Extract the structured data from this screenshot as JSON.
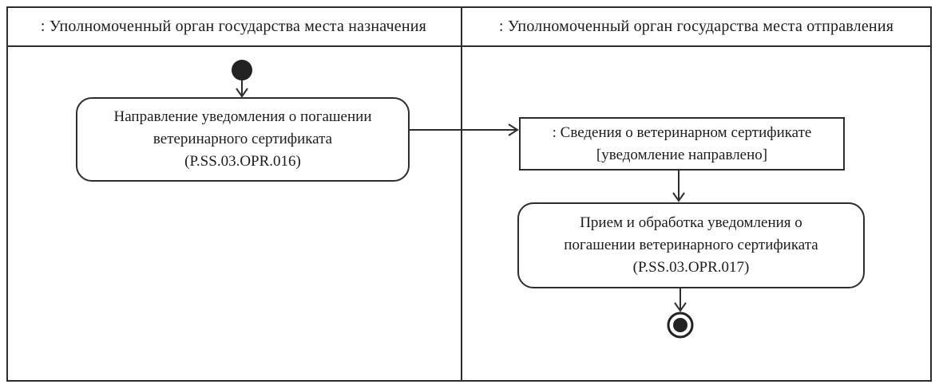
{
  "diagram": {
    "type": "uml-activity-swimlane-diagram",
    "colors": {
      "line": "#2d2d2d",
      "text": "#1c1c1c",
      "background": "#ffffff"
    },
    "lanes": [
      {
        "title": ": Уполномоченный орган государства места назначения"
      },
      {
        "title": ": Уполномоченный орган государства места отправления"
      }
    ],
    "nodes": {
      "initial": {
        "icon": "initial-node"
      },
      "activity1": {
        "lines": [
          "Направление уведомления о погашении",
          "ветеринарного сертификата",
          "(P.SS.03.OPR.016)"
        ]
      },
      "object1": {
        "lines": [
          ": Сведения о ветеринарном сертификате",
          "[уведомление направлено]"
        ]
      },
      "activity2": {
        "lines": [
          "Прием и обработка уведомления о",
          "погашении ветеринарного сертификата",
          "(P.SS.03.OPR.017)"
        ]
      },
      "final": {
        "icon": "activity-final-node"
      }
    }
  }
}
